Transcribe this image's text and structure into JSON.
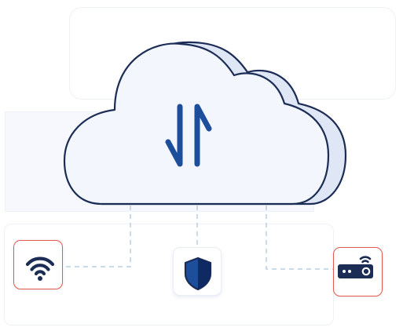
{
  "diagram": {
    "center_node": {
      "icon": "cloud-sync-icon",
      "arrows_icon": "up-down-arrows-icon"
    },
    "leaf_nodes": [
      {
        "id": "wifi",
        "icon": "wifi-icon",
        "highlighted": true
      },
      {
        "id": "shield",
        "icon": "shield-icon",
        "highlighted": false
      },
      {
        "id": "router",
        "icon": "router-icon",
        "highlighted": true
      }
    ],
    "connector_style": "dashed"
  },
  "colors": {
    "navy": "#1b2c55",
    "accent_blue": "#1d4e9c",
    "cloud_fill": "#f3f6fd",
    "cloud_shadow": "#dfe6f5",
    "connector": "#a9c3dc",
    "highlight_border": "#e25a4f"
  }
}
